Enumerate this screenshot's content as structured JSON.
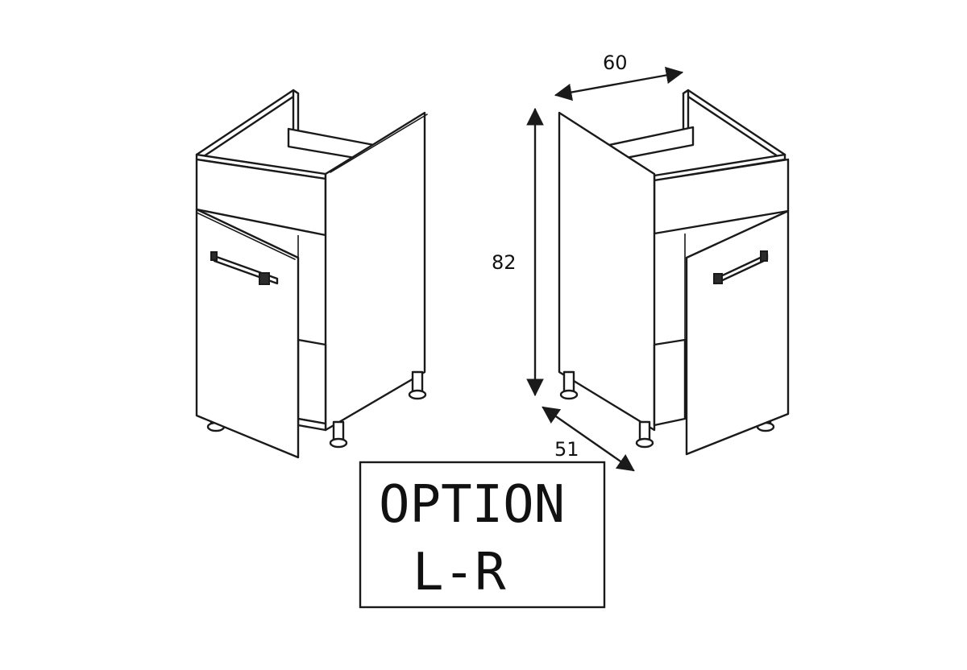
{
  "dimensions": {
    "width": "60",
    "height": "82",
    "depth": "51"
  },
  "option_box": {
    "line1": "OPTION",
    "line2": "L-R"
  },
  "colors": {
    "line": "#1a1a1a",
    "background": "#ffffff"
  }
}
